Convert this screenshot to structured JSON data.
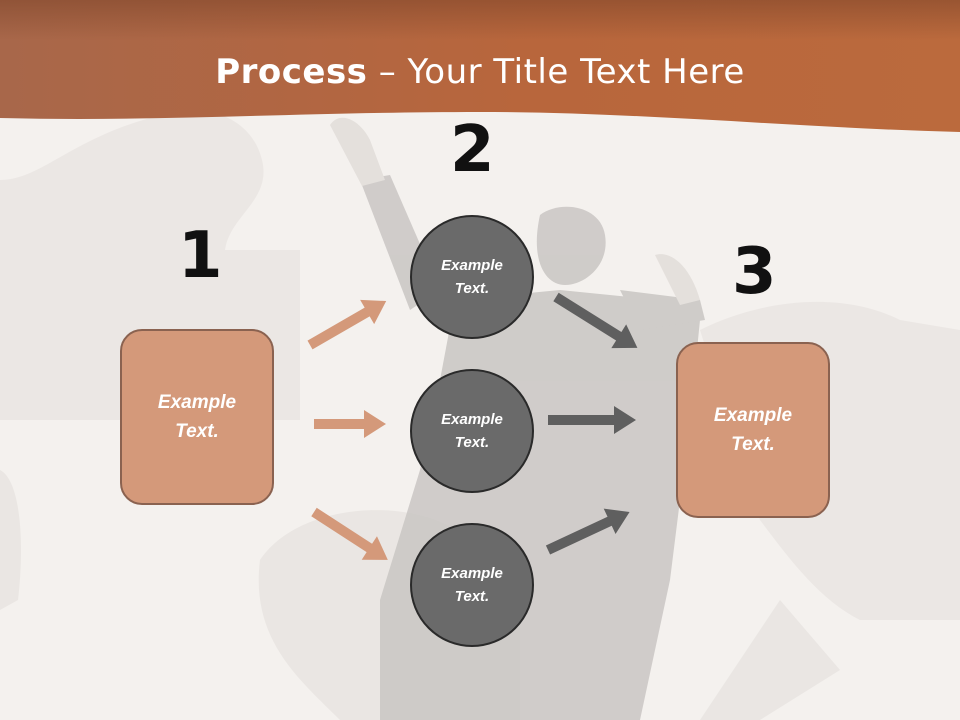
{
  "title": {
    "bold": "Process",
    "rest": " – Your Title Text Here"
  },
  "steps": {
    "one": "1",
    "two": "2",
    "three": "3"
  },
  "box_left": {
    "line1": "Example",
    "line2": "Text."
  },
  "box_right": {
    "line1": "Example",
    "line2": "Text."
  },
  "circles": [
    {
      "line1": "Example",
      "line2": "Text."
    },
    {
      "line1": "Example",
      "line2": "Text."
    },
    {
      "line1": "Example",
      "line2": "Text."
    }
  ],
  "colors": {
    "header": "#b8663c",
    "box_fill": "#d4997a",
    "box_border": "#8a6250",
    "circle_fill": "#6a6a6a",
    "arrow_left": "#d4997a",
    "arrow_right": "#5f5f5f"
  }
}
